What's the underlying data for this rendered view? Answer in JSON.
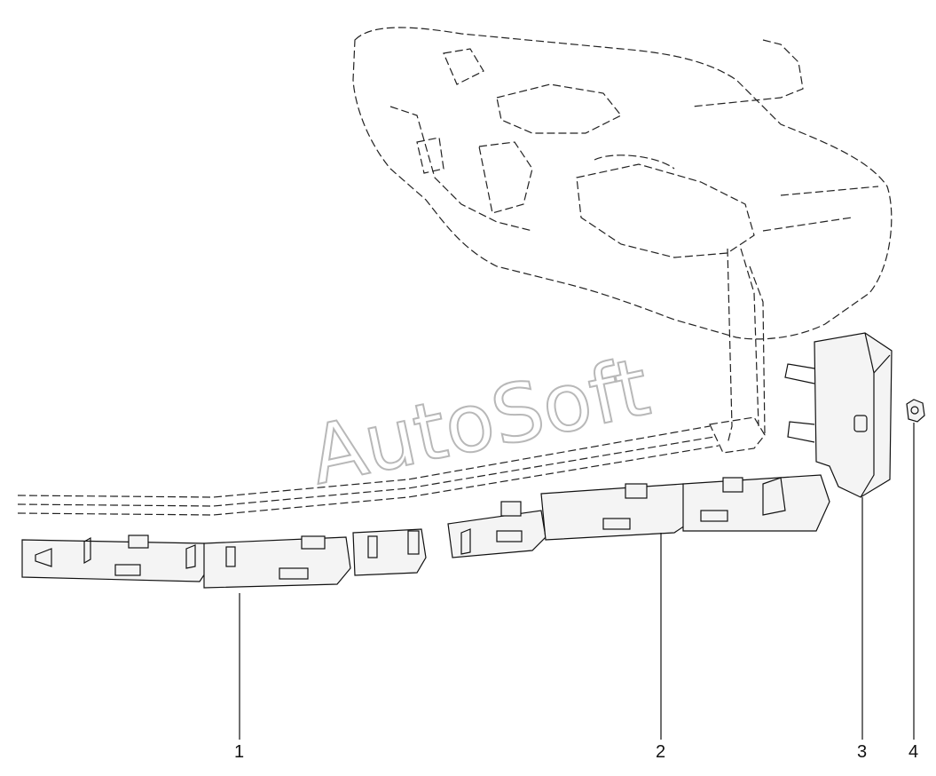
{
  "watermark": "AutoSoft",
  "callouts": [
    {
      "label": "1"
    },
    {
      "label": "2"
    },
    {
      "label": "3"
    },
    {
      "label": "4"
    }
  ]
}
